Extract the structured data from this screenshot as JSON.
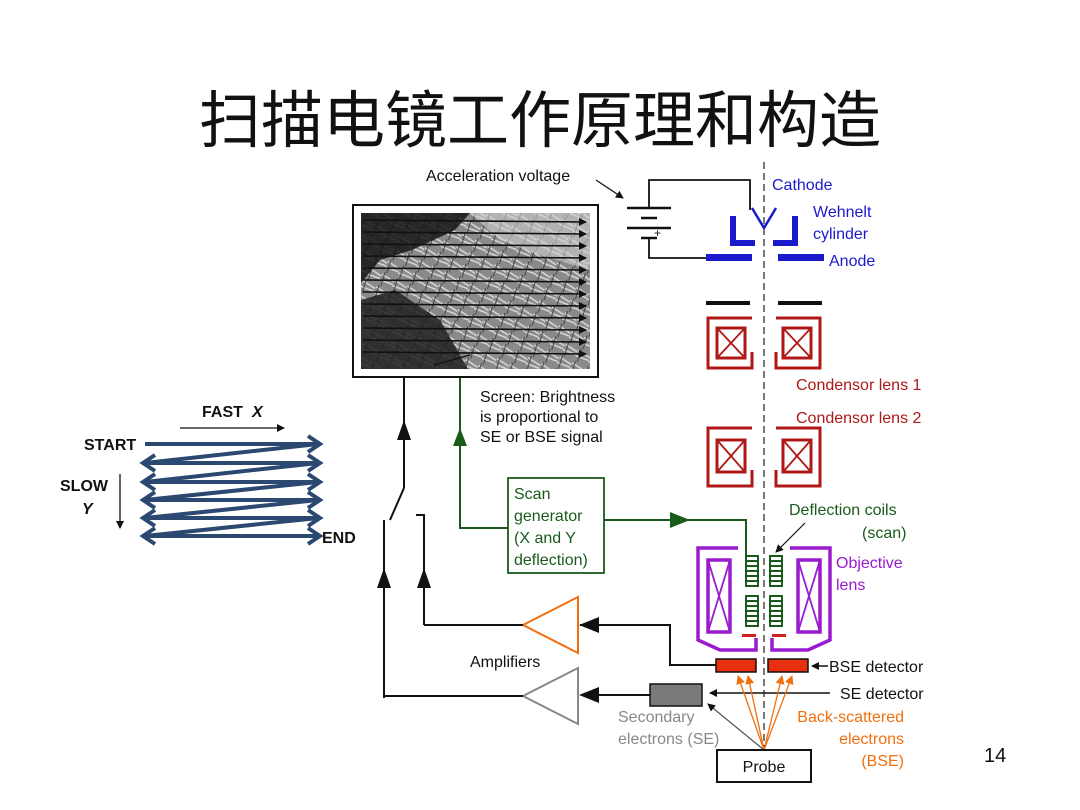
{
  "title": "扫描电镜工作原理和构造",
  "page_number": "14",
  "colors": {
    "column_blue": "#1a1acc",
    "condenser_red": "#b01818",
    "scan_green": "#1a5a1a",
    "objective_purple": "#9a1ad0",
    "bse_orange": "#f07010",
    "raster_navy": "#2a4870",
    "grey": "#888888"
  },
  "labels": {
    "acceleration_voltage": "Acceleration voltage",
    "plus_sign": "+",
    "cathode": "Cathode",
    "wehnelt_line1": "Wehnelt",
    "wehnelt_line2": "cylinder",
    "anode": "Anode",
    "condensor1": "Condensor lens 1",
    "condensor2": "Condensor lens 2",
    "screen_line1": "Screen: Brightness",
    "screen_line2": "is proportional to",
    "screen_line3": "SE or BSE signal",
    "scan_line1": "Scan",
    "scan_line2": "generator",
    "scan_line3": "(X and Y",
    "scan_line4": "deflection)",
    "deflection_line1": "Deflection coils",
    "deflection_line2": "(scan)",
    "objective_line1": "Objective",
    "objective_line2": "lens",
    "fast": "FAST",
    "fast_x": "X",
    "start": "START",
    "slow": "SLOW",
    "slow_y": "Y",
    "end": "END",
    "amplifiers": "Amplifiers",
    "bse_detector": "BSE detector",
    "se_detector": "SE detector",
    "secondary_line1": "Secondary",
    "secondary_line2": "electrons (SE)",
    "backscattered_line1": "Back-scattered",
    "backscattered_line2": "electrons",
    "backscattered_line3": "(BSE)",
    "probe": "Probe"
  }
}
